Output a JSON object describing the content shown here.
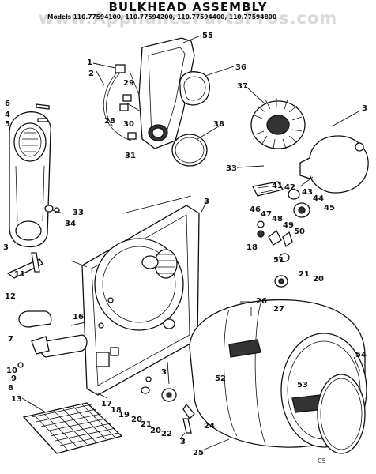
{
  "header": {
    "title": "BULKHEAD ASSEMBLY",
    "models": "Models 110.77594100, 110.77594200, 110.77594400, 110.77594800"
  },
  "watermark": "www.AppliancePartsPros.com",
  "footer_code": "C5",
  "callouts": [
    "1",
    "2",
    "3",
    "4",
    "5",
    "6",
    "7",
    "8",
    "9",
    "10",
    "11",
    "12",
    "13",
    "16",
    "17",
    "18",
    "19",
    "20",
    "21",
    "22",
    "24",
    "25",
    "26",
    "27",
    "28",
    "29",
    "30",
    "31",
    "33",
    "34",
    "36",
    "37",
    "38",
    "41",
    "42",
    "43",
    "44",
    "45",
    "46",
    "47",
    "48",
    "49",
    "50",
    "51",
    "52",
    "53",
    "54",
    "55"
  ]
}
